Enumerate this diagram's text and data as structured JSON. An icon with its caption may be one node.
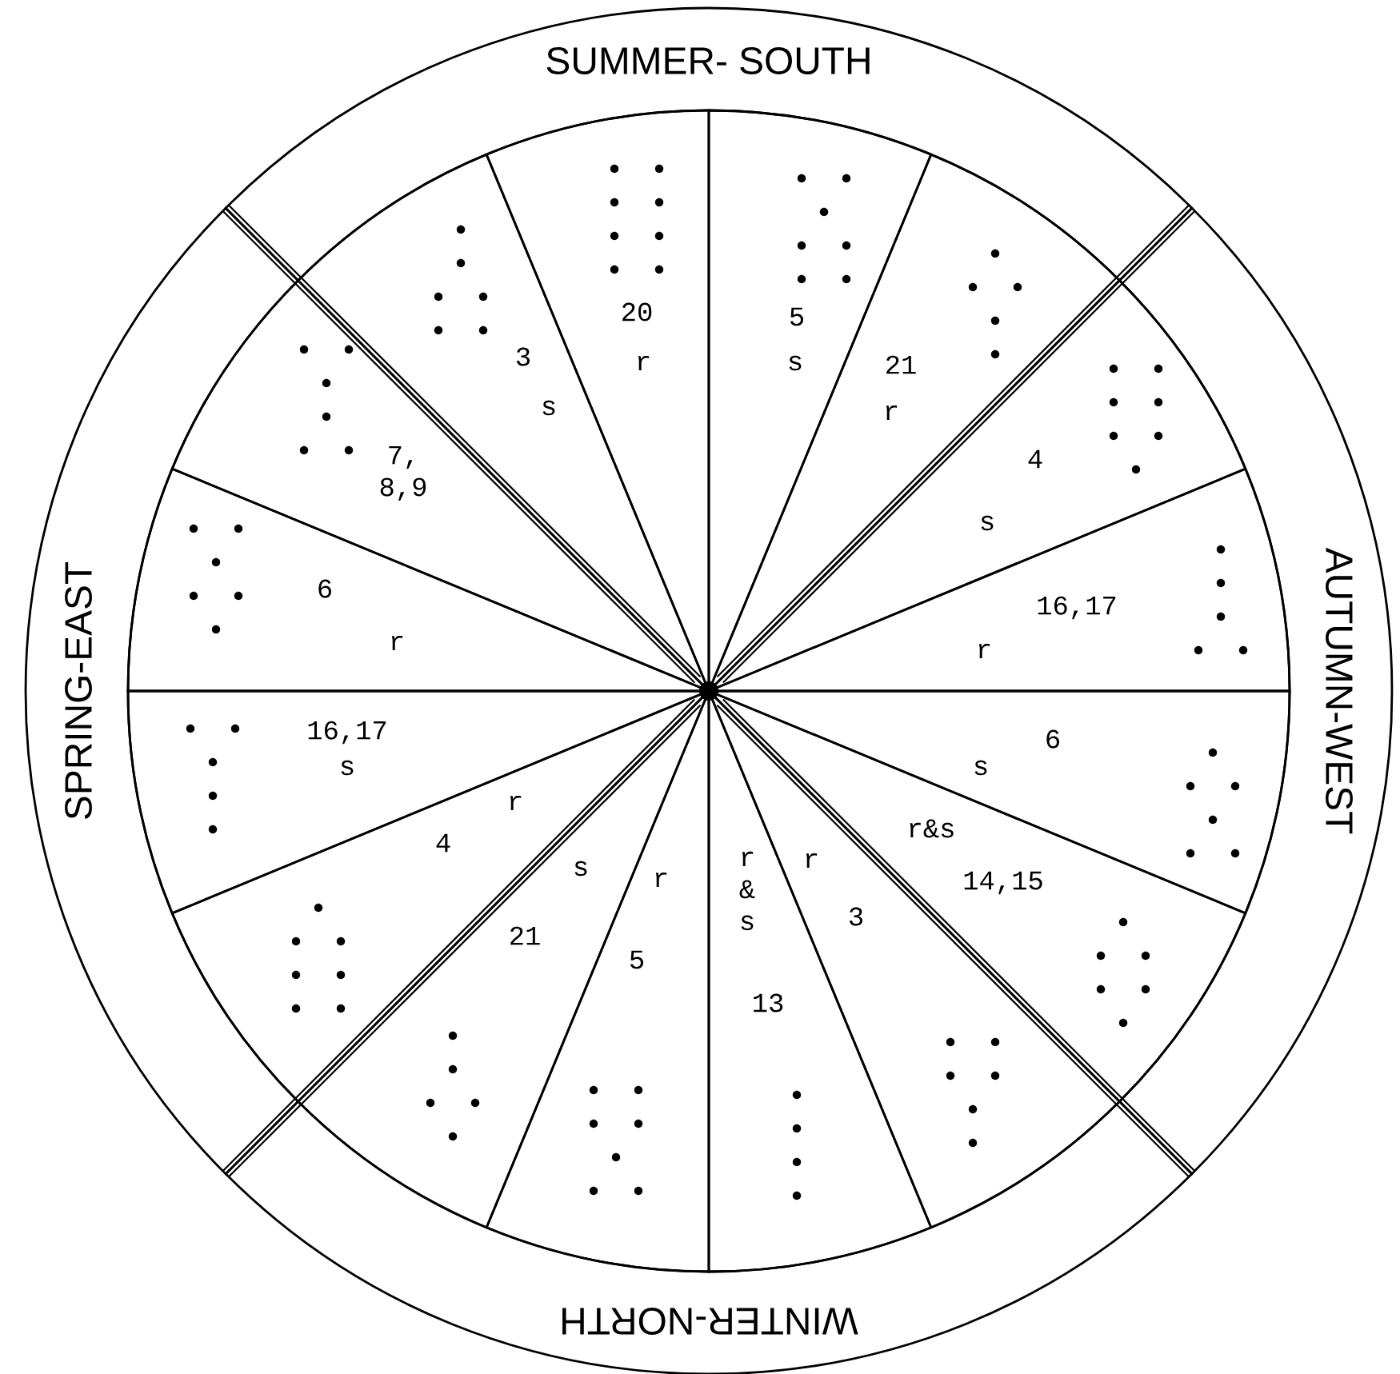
{
  "diagram": {
    "nodes": [
      {
        "text": [
          "SUMMER- SOUTH"
        ]
      },
      {
        "text": [
          "AUTUMN-WEST"
        ]
      },
      {
        "text": [
          "WINTER-NORTH"
        ]
      },
      {
        "text": [
          "SPRING-EAST"
        ]
      },
      {
        "text": [
          "5",
          "s"
        ]
      },
      {
        "text": [
          "21",
          "r"
        ]
      },
      {
        "text": [
          "4",
          "s"
        ]
      },
      {
        "text": [
          "16,17",
          "r"
        ]
      },
      {
        "text": [
          "6",
          "s"
        ]
      },
      {
        "text": [
          "r&s",
          "14,15"
        ]
      },
      {
        "text": [
          "r",
          "3"
        ]
      },
      {
        "text": [
          "r & s",
          "13"
        ]
      },
      {
        "text": [
          "r",
          "5"
        ]
      },
      {
        "text": [
          "s",
          "21"
        ]
      },
      {
        "text": [
          "r",
          "4"
        ]
      },
      {
        "text": [
          "16,17",
          "s"
        ]
      },
      {
        "text": [
          "6",
          "r"
        ]
      },
      {
        "text": [
          "7, 8,9"
        ]
      },
      {
        "text": [
          "3",
          "s"
        ]
      },
      {
        "text": [
          "20",
          "r"
        ]
      }
    ]
  }
}
